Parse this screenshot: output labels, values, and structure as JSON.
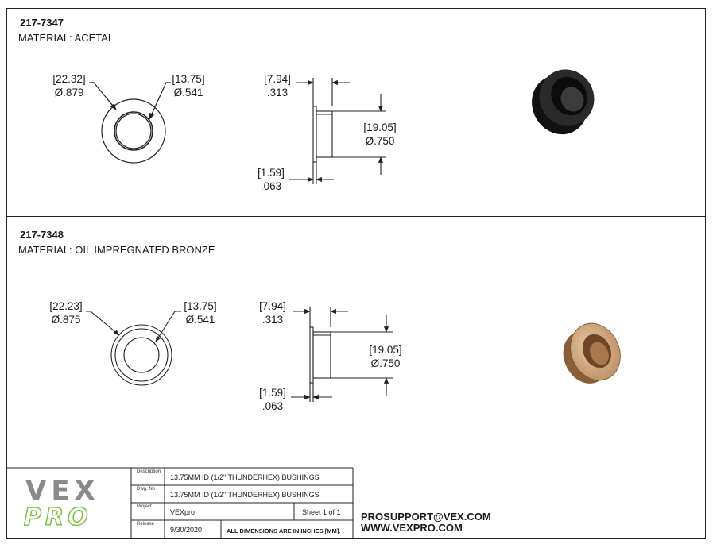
{
  "parts": [
    {
      "part_number": "217-7347",
      "material": "MATERIAL: ACETAL",
      "od_mm": "[22.32]",
      "od_in": "Ø.879",
      "id_mm": "[13.75]",
      "id_in": "Ø.541",
      "length_mm": "[7.94]",
      "length_in": ".313",
      "flange_od_mm": "[19.05]",
      "flange_od_in": "Ø.750",
      "flange_thk_mm": "[1.59]",
      "flange_thk_in": ".063",
      "color": "#1a1a1a"
    },
    {
      "part_number": "217-7348",
      "material": "MATERIAL: OIL IMPREGNATED BRONZE",
      "od_mm": "[22.23]",
      "od_in": "Ø.875",
      "id_mm": "[13.75]",
      "id_in": "Ø.541",
      "length_mm": "[7.94]",
      "length_in": ".313",
      "flange_od_mm": "[19.05]",
      "flange_od_in": "Ø.750",
      "flange_thk_mm": "[1.59]",
      "flange_thk_in": ".063",
      "color": "#c49a6c"
    }
  ],
  "title_block": {
    "description_label": "Description",
    "description": "13.75MM ID (1/2\" THUNDERHEX) BUSHINGS",
    "dwg_no_label": "Dwg. No",
    "dwg_no": "13.75MM ID (1/2\" THUNDERHEX) BUSHINGS",
    "project_label": "Project",
    "project": "VEXpro",
    "sheet": "Sheet 1 of 1",
    "release_label": "Release",
    "release": "9/30/2020",
    "units_note": "ALL DIMENSIONS ARE IN INCHES [MM]."
  },
  "logo": {
    "top": "VEX",
    "bottom": "PRO",
    "color": "#7cc242"
  },
  "contact": {
    "email": "PROSUPPORT@VEX.COM",
    "web": "WWW.VEXPRO.COM"
  }
}
